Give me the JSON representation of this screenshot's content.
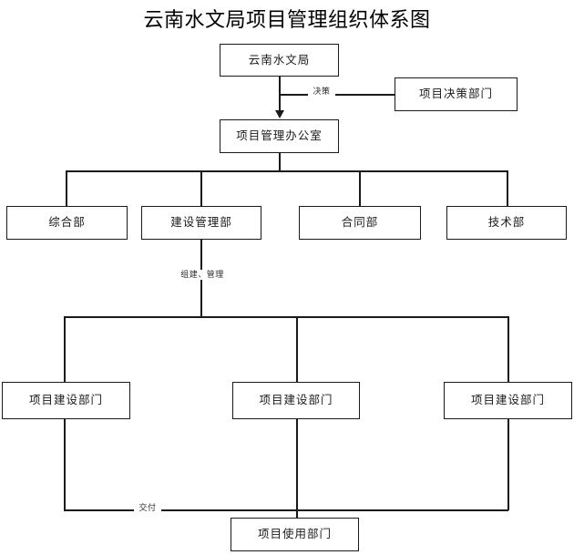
{
  "diagram": {
    "title": "云南水文局项目管理组织体系图",
    "type": "organizational-chart",
    "background_color": "#ffffff",
    "line_color": "#1a1a1a",
    "nodes": {
      "bureau": "云南水文局",
      "decision_dept": "项目决策部门",
      "pmo": "项目管理办公室",
      "dept_general": "综合部",
      "dept_construction_mgmt": "建设管理部",
      "dept_contract": "合同部",
      "dept_technology": "技术部",
      "project_build_1": "项目建设部门",
      "project_build_2": "项目建设部门",
      "project_build_3": "项目建设部门",
      "project_user_dept": "项目使用部门"
    },
    "edge_labels": {
      "decision": "决策",
      "organize_manage": "组建、管理",
      "deliver": "交付"
    }
  }
}
